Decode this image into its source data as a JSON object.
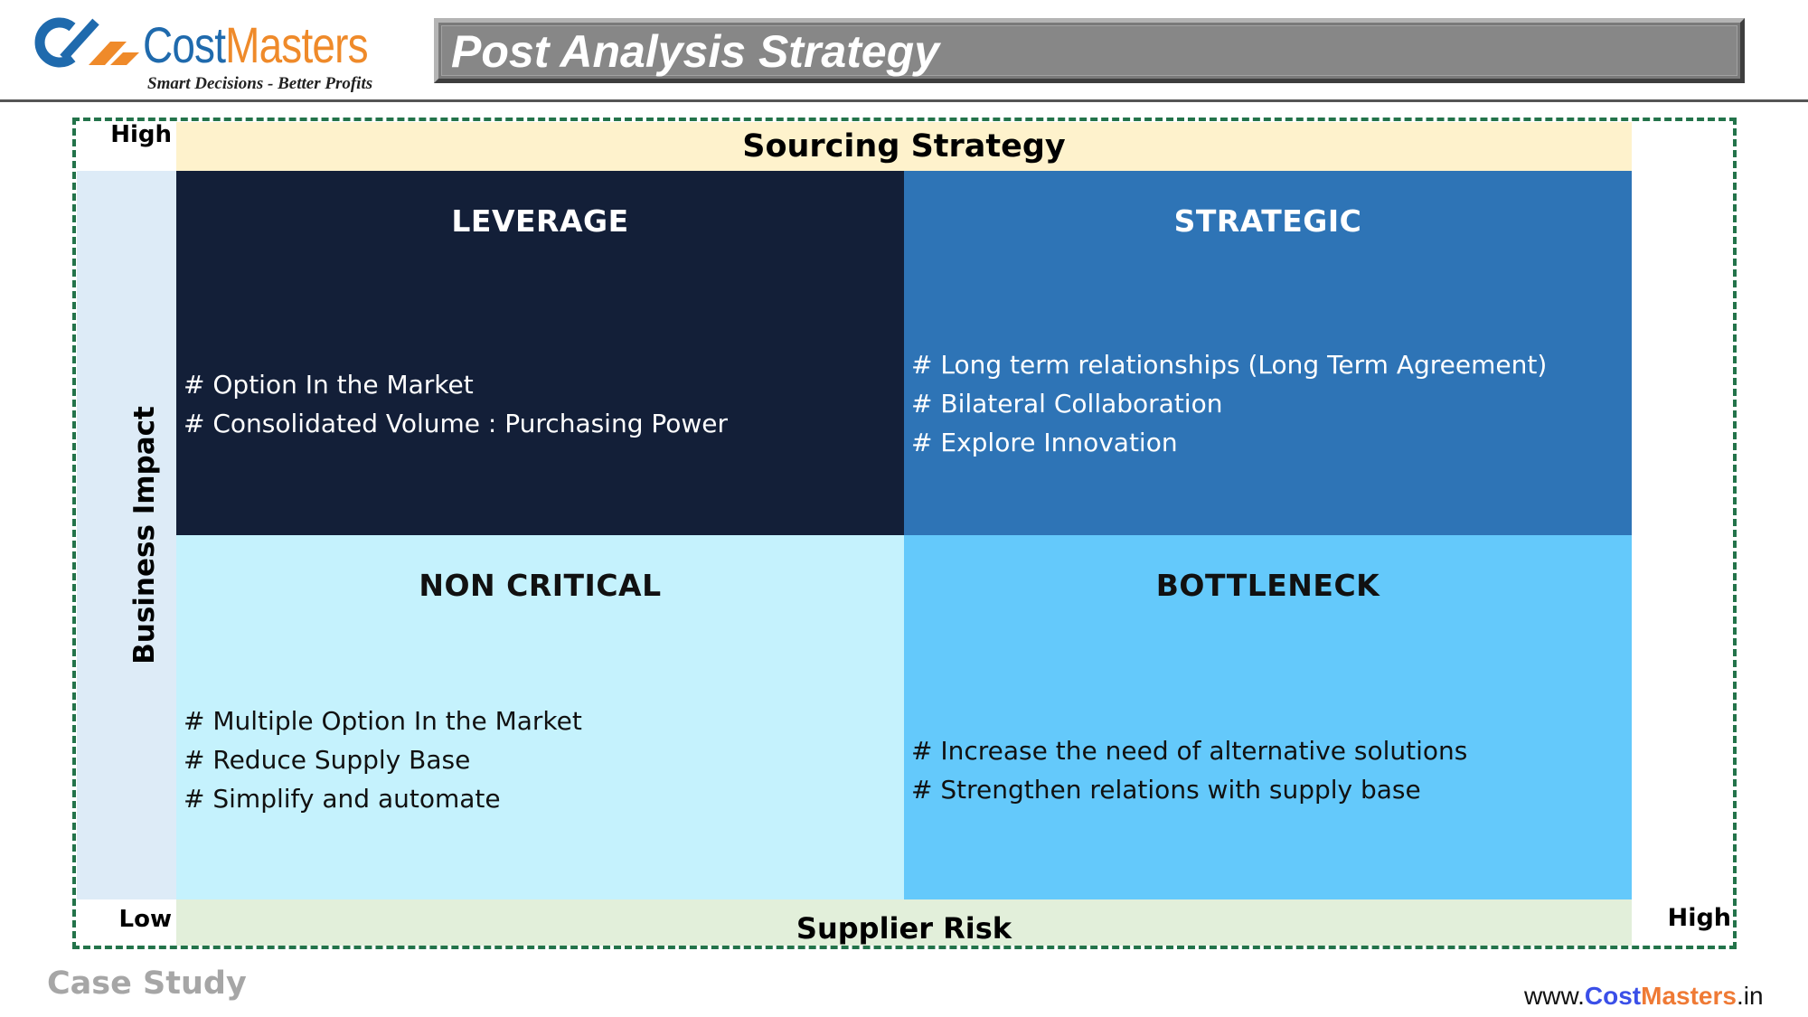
{
  "header": {
    "logo": {
      "brand_part1": "Cost",
      "brand_part2": "Masters",
      "tagline": "Smart Decisions - Better Profits",
      "icon": "costmasters-logo-icon"
    },
    "title": "Post Analysis Strategy"
  },
  "matrix": {
    "top_axis_title": "Sourcing Strategy",
    "left_axis_title": "Business Impact",
    "bottom_axis_title": "Supplier Risk",
    "left_high_label": "High",
    "left_low_label": "Low",
    "right_high_label": "High",
    "quadrants": [
      {
        "id": "leverage",
        "title": "LEVERAGE",
        "color": "#131f38",
        "items": [
          "Option In the Market",
          "Consolidated Volume : Purchasing Power"
        ]
      },
      {
        "id": "strategic",
        "title": "STRATEGIC",
        "color": "#2e74b6",
        "items": [
          "Long term relationships (Long Term Agreement)",
          "Bilateral Collaboration",
          "Explore Innovation"
        ]
      },
      {
        "id": "non-critical",
        "title": "NON CRITICAL",
        "color": "#c5f2fd",
        "items": [
          "Multiple Option In the Market",
          "Reduce Supply Base",
          "Simplify and automate"
        ]
      },
      {
        "id": "bottleneck",
        "title": "BOTTLENECK",
        "color": "#64c9fb",
        "items": [
          "Increase the need of alternative solutions",
          "Strengthen relations with supply base"
        ]
      }
    ]
  },
  "footer": {
    "left_label": "Case Study",
    "website": {
      "prefix": "www.",
      "part1": "Cost",
      "part2": "Masters",
      "suffix": ".in"
    }
  },
  "colors": {
    "brand_blue": "#1f6aad",
    "brand_orange": "#ef8a2a",
    "frame_green": "#23734a",
    "title_bar_gray": "#878787"
  }
}
